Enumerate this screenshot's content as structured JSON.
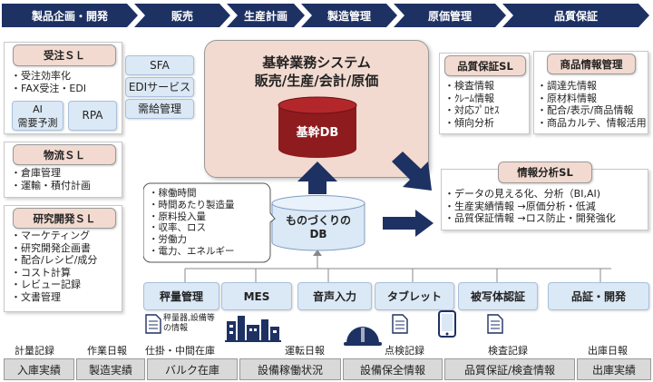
{
  "process_steps": [
    "製品企画・開発",
    "販売",
    "生産計画",
    "製造管理",
    "原価管理",
    "品質保証"
  ],
  "core": {
    "title1": "基幹業務システム",
    "title2": "販売/生産/会計/原価",
    "db": "基幹DB"
  },
  "juchu": {
    "title": "受注ＳＬ",
    "items": [
      "・受注効率化",
      "・FAX受注・EDI"
    ],
    "btn_ai": "AI\n需要予測",
    "btn_rpa": "RPA"
  },
  "side_tags": [
    "SFA",
    "EDIサービス",
    "需給管理"
  ],
  "butsuryu": {
    "title": "物流ＳＬ",
    "items": [
      "・倉庫管理",
      "・運輸・積付計画"
    ]
  },
  "kenkyu": {
    "title": "研究開発ＳＬ",
    "items": [
      "・マーケティング",
      "・研究開発企画書",
      "・配合/レシピ/成分",
      "・コスト計算",
      "・レビュー記録",
      "・文書管理"
    ]
  },
  "hinshitsu": {
    "title": "品質保証SL",
    "items": [
      "・検査情報",
      "・ｸﾚｰﾑ情報",
      "・対応ﾌﾟﾛｾｽ",
      "・傾向分析"
    ]
  },
  "shohin": {
    "title": "商品情報管理",
    "items": [
      "・調達先情報",
      "・原材料情報",
      "・配合/表示/商品情報",
      "・商品カルテ、情報活用"
    ]
  },
  "joho": {
    "title": "情報分析SL",
    "items": [
      "・データの見える化、分析（BI,AI)",
      "・生産実績情報 →原価分析・低減",
      "・品質保証情報 →ロス防止・開発強化"
    ]
  },
  "monozukuri": {
    "db": "ものづくりの\nDB",
    "callout": [
      "・稼働時間",
      "・時間あたり製造量",
      "・原料投入量",
      "・収率、ロス",
      "・労働力",
      "・電力、エネルギー"
    ]
  },
  "sensors": [
    "秤量管理",
    "MES",
    "音声入力",
    "タブレット",
    "被写体認証",
    "品証・開発"
  ],
  "device_note": "秤量器,設備等\nの情報",
  "record_labels": [
    "計量記録",
    "作業日報",
    "仕掛・中間在庫",
    "運転日報",
    "点検記録",
    "検査記録",
    "出庫日報"
  ],
  "bottom_boxes": [
    "入庫実績",
    "製造実績",
    "バルク在庫",
    "設備稼働状況",
    "設備保全情報",
    "品質保証/検査情報",
    "出庫実績"
  ],
  "colors": {
    "navy": "#1e3163",
    "core_bg": "#f2dad0",
    "db_red": "#8e1b1e",
    "light_blue": "#dbe8f5",
    "grey_box": "#d9d9d9"
  }
}
